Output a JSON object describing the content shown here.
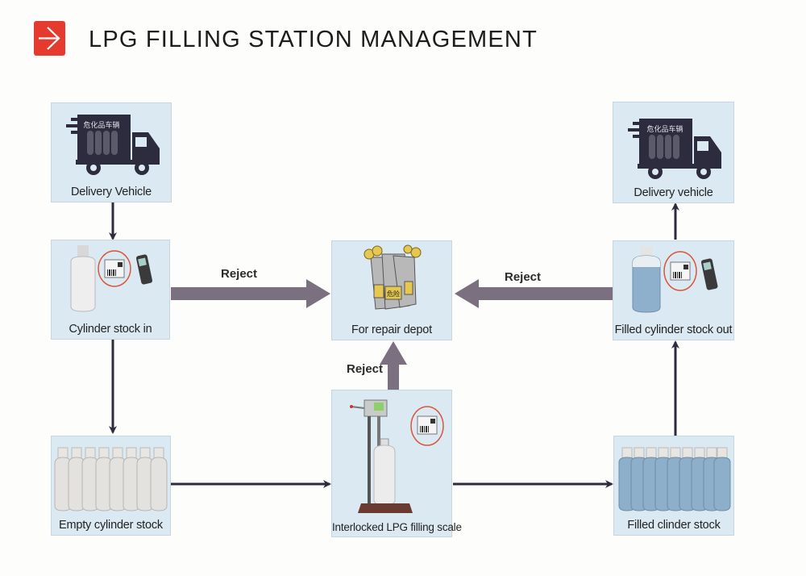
{
  "header": {
    "title": "LPG FILLING STATION MANAGEMENT",
    "logo_icon": "arrow-right-icon",
    "accent_color": "#e53b2f"
  },
  "nodes": {
    "delivery_in": {
      "label": "Delivery Vehicle",
      "icon": "truck-icon",
      "truck_text": "危化品车辆"
    },
    "stock_in": {
      "label": "Cylinder stock in",
      "icon": "cylinder-scanner-icon"
    },
    "repair": {
      "label": "For repair depot",
      "icon": "damaged-cylinders-icon",
      "tag_text": "危险"
    },
    "stock_out": {
      "label": "Filled cylinder stock out",
      "icon": "filled-cylinder-scanner-icon"
    },
    "delivery_out": {
      "label": "Delivery vehicle",
      "icon": "truck-icon",
      "truck_text": "危化品车辆"
    },
    "empty_stock": {
      "label": "Empty cylinder stock",
      "icon": "empty-cylinders-icon"
    },
    "filling_scale": {
      "label": "Interlocked LPG filling scale",
      "icon": "filling-scale-icon"
    },
    "filled_stock": {
      "label": "Filled clinder stock",
      "icon": "filled-cylinders-icon"
    }
  },
  "edges": {
    "reject_left": "Reject",
    "reject_right": "Reject",
    "reject_up": "Reject"
  },
  "colors": {
    "node_bg": "#dbe9f2",
    "flow_arrow": "#2c2c3e",
    "reject_arrow": "#7a7080"
  }
}
